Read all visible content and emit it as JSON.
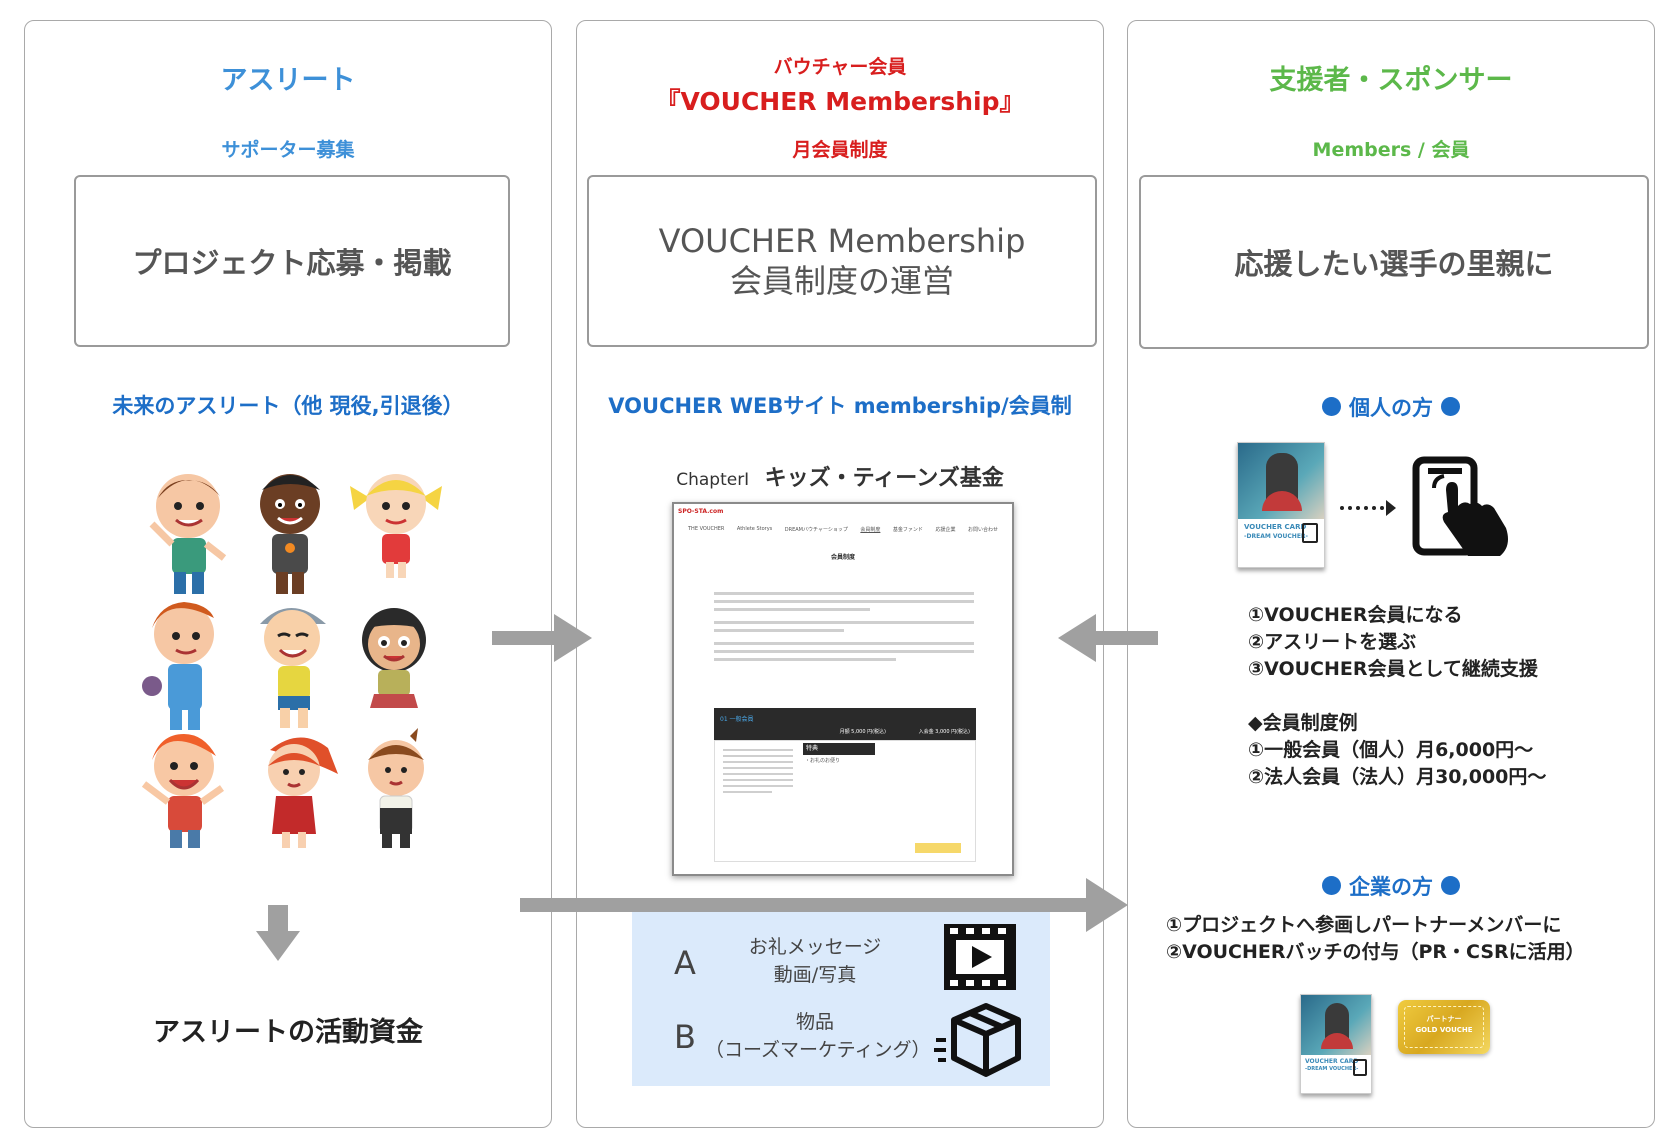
{
  "col1": {
    "title": "アスリート",
    "subtitle": "サポーター募集",
    "box_text": "プロジェクト応募・掲載",
    "section_label": "未来のアスリート（他 現役,引退後）",
    "bottom_text": "アスリートの活動資金"
  },
  "col2": {
    "title_line1": "バウチャー会員",
    "title_line2": "『VOUCHER Membership』",
    "subtitle": "月会員制度",
    "box_line1": "VOUCHER Membership",
    "box_line2": "会員制度の運営",
    "section_label": "VOUCHER WEBサイト membership/会員制",
    "chapter_label": "ChapterⅠ",
    "chapter_title": "キッズ・ティーンズ基金",
    "site": {
      "logo": "SPO-STA.com",
      "nav": [
        "THE VOUCHER",
        "Athlete Storys",
        "DREAMバウチャーショップ",
        "会員制度",
        "基金ファンド",
        "応援企業",
        "お問い合わせ"
      ],
      "heading": "会員制度",
      "plan_title": "01 一般会員",
      "price_monthly": "月額 5,000 円(税込)",
      "price_join": "入会金 3,000 円(税込)",
      "benefit_label": "特典",
      "benefit_item": "・お礼のお便り"
    },
    "reward_a_letter": "A",
    "reward_a_line1": "お礼メッセージ",
    "reward_a_line2": "動画/写真",
    "reward_b_letter": "B",
    "reward_b_line1": "物品",
    "reward_b_line2": "（コーズマーケティング）"
  },
  "col3": {
    "title": "支援者・スポンサー",
    "subtitle": "Members / 会員",
    "box_text": "応援したい選手の里親に",
    "individual_label": "個人の方",
    "steps": [
      "①VOUCHER会員になる",
      "②アスリートを選ぶ",
      "③VOUCHER会員として継続支援"
    ],
    "example_heading": "◆会員制度例",
    "examples": [
      "①一般会員（個人）月6,000円〜",
      "②法人会員（法人）月30,000円〜"
    ],
    "corporate_label": "企業の方",
    "corporate_items": [
      "①プロジェクトへ参画しパートナーメンバーに",
      "②VOUCHERバッチの付与（PR・CSRに活用）"
    ],
    "card_title": "VOUCHER CARD",
    "card_subtitle": "-DREAM VOUCHER-",
    "gold_line1": "パートナー",
    "gold_line2": "GOLD VOUCHE"
  },
  "colors": {
    "blue_title": "#3d90d8",
    "red_title": "#d81e1e",
    "green_title": "#5cb84a",
    "navy_label": "#1d6ec7",
    "arrow_gray": "#a0a0a0",
    "reward_bg": "#dbeafb"
  },
  "icons": [
    "film-icon",
    "box-icon",
    "smartphone-tap-icon",
    "dotted-arrow-icon"
  ]
}
